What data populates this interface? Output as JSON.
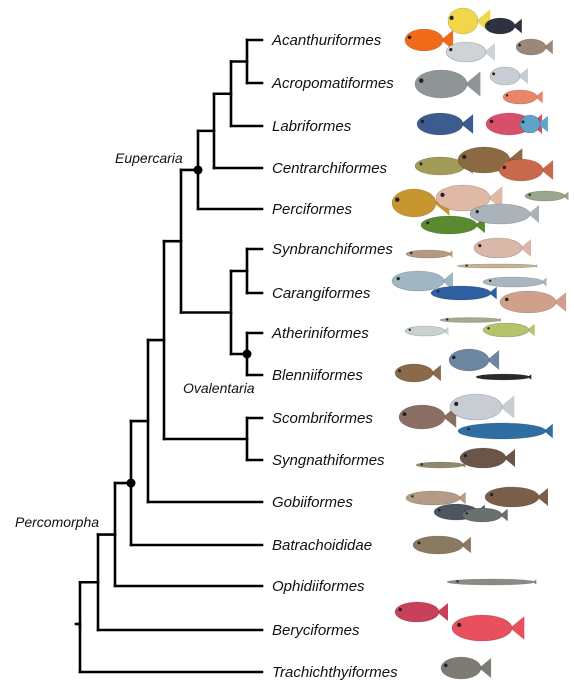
{
  "taxa": [
    "Acanthuriformes",
    "Acropomatiformes",
    "Labriformes",
    "Centrarchiformes",
    "Perciformes",
    "Synbranchiformes",
    "Carangiformes",
    "Atheriniformes",
    "Blenniiformes",
    "Scombriformes",
    "Syngnathiformes",
    "Gobiiformes",
    "Batrachoididae",
    "Ophidiiformes",
    "Beryciformes",
    "Trachichthyiformes"
  ],
  "clades": {
    "eupercaria": "Eupercaria",
    "ovalentaria": "Ovalentaria",
    "percomorpha": "Percomorpha"
  },
  "fish_illustrations": [
    {
      "taxon": "Acanthuriformes",
      "colors": [
        "#f06a1a",
        "#f2d64a",
        "#2d3140",
        "#9b8878"
      ]
    },
    {
      "taxon": "Acropomatiformes",
      "colors": [
        "#8f9496",
        "#c8ccd3",
        "#e9866a"
      ]
    },
    {
      "taxon": "Labriformes",
      "colors": [
        "#3c5b8f",
        "#d84f6a",
        "#5fa3c8"
      ]
    },
    {
      "taxon": "Centrarchiformes",
      "colors": [
        "#a29b58",
        "#8b6a44",
        "#c9684a"
      ]
    },
    {
      "taxon": "Perciformes",
      "colors": [
        "#c7962e",
        "#e0b8a6",
        "#5a8a2f",
        "#aab2ba"
      ]
    },
    {
      "taxon": "Synbranchiformes",
      "colors": [
        "#b59a82",
        "#d9b7a9",
        "#c8b48c"
      ]
    },
    {
      "taxon": "Carangiformes",
      "colors": [
        "#9fb7c2",
        "#2e5fa1",
        "#cfa08a"
      ]
    },
    {
      "taxon": "Atheriniformes",
      "colors": [
        "#c8d2cf",
        "#a9a68a",
        "#b6c36a"
      ]
    },
    {
      "taxon": "Blenniiformes",
      "colors": [
        "#8a6a4a",
        "#6d86a0",
        "#2a2a2a"
      ]
    },
    {
      "taxon": "Scombriformes",
      "colors": [
        "#8a6e64",
        "#c8ccd3",
        "#2f6ea3"
      ]
    },
    {
      "taxon": "Syngnathiformes",
      "colors": [
        "#8f8a6a",
        "#6b5548"
      ]
    },
    {
      "taxon": "Gobiiformes",
      "colors": [
        "#b39b84",
        "#7b5e4a",
        "#4d5560"
      ]
    },
    {
      "taxon": "Batrachoididae",
      "colors": [
        "#8a7a62"
      ]
    },
    {
      "taxon": "Ophidiiformes",
      "colors": [
        "#8c8a84"
      ]
    },
    {
      "taxon": "Beryciformes",
      "colors": [
        "#c9405a",
        "#e8505e"
      ]
    },
    {
      "taxon": "Trachichthyiformes",
      "colors": [
        "#7e7a74"
      ]
    }
  ]
}
